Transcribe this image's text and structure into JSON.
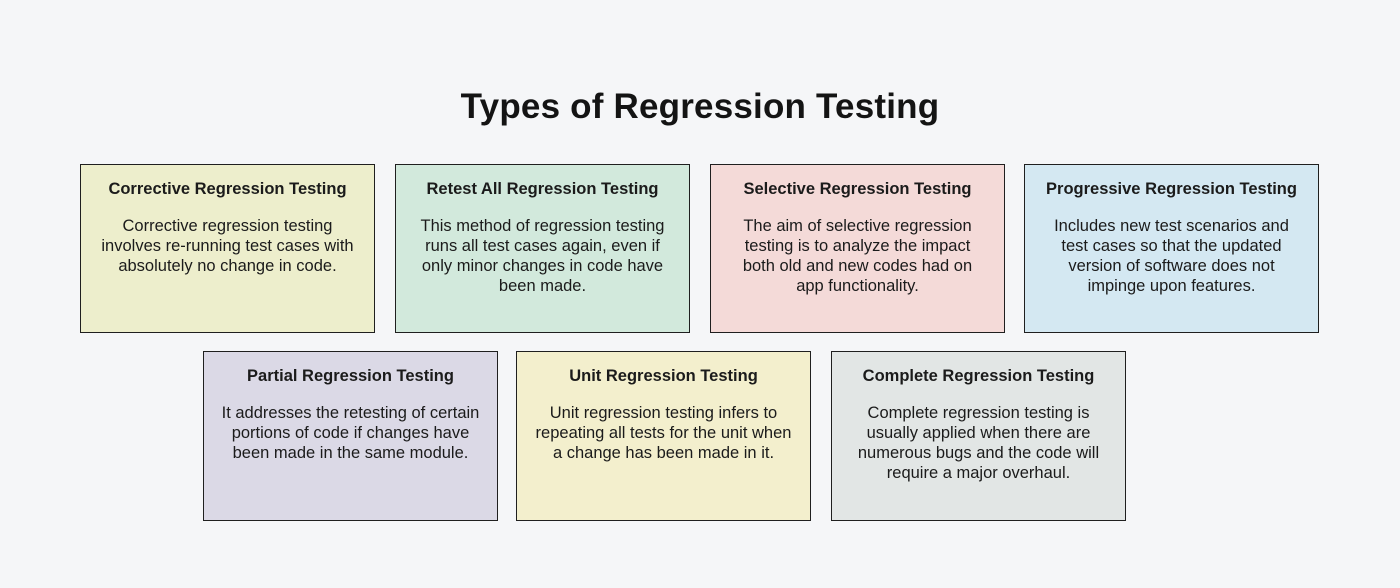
{
  "page": {
    "title": "Types of Regression Testing",
    "background_color": "#f5f6f8",
    "text_color": "#1b1b1b",
    "card_border_color": "#1f1f1f"
  },
  "cards": [
    {
      "title": "Corrective Regression Testing",
      "body": "Corrective regression testing involves re-running test cases with absolutely no change in code.",
      "color": "#edeecc"
    },
    {
      "title": "Retest All Regression Testing",
      "body": "This method of regression testing runs all test cases again, even if only minor changes in code have been made.",
      "color": "#d2e9dc"
    },
    {
      "title": "Selective Regression Testing",
      "body": "The aim of selective regression testing is to analyze the impact both old and new codes had on app functionality.",
      "color": "#f4dad8"
    },
    {
      "title": "Progressive Regression Testing",
      "body": "Includes new test scenarios and test cases so that the updated version of software does not impinge upon features.",
      "color": "#d4e8f2"
    },
    {
      "title": "Partial Regression Testing",
      "body": "It addresses the retesting of certain portions of code if changes have been made in the same module.",
      "color": "#dbd9e6"
    },
    {
      "title": "Unit Regression Testing",
      "body": "Unit regression testing infers to repeating all tests for the unit when a change has been made in it.",
      "color": "#f3efcd"
    },
    {
      "title": "Complete Regression Testing",
      "body": "Complete regression testing is usually applied when there are numerous bugs and the code will require a major overhaul.",
      "color": "#e2e6e5"
    }
  ]
}
